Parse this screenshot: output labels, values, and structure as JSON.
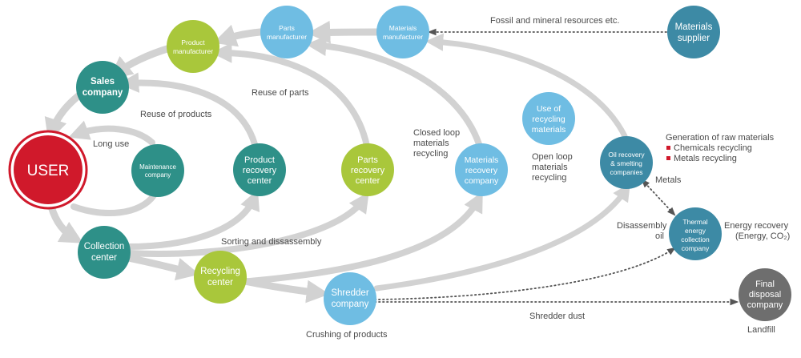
{
  "colors": {
    "teal": "#2e9088",
    "lime": "#a9c73b",
    "sky": "#6fbde3",
    "blue_steel": "#3d8aa5",
    "gray": "#6e6e6e",
    "red": "#d0192b",
    "arrow": "#d2d2d2",
    "text": "#4a4a4a"
  },
  "nodes": {
    "user": [
      "USER"
    ],
    "sales_company": [
      "Sales",
      "company"
    ],
    "maintenance_company": [
      "Maintenance",
      "company"
    ],
    "collection_center": [
      "Collection",
      "center"
    ],
    "product_manufacturer": [
      "Product",
      "manufacturer"
    ],
    "parts_manufacturer": [
      "Parts",
      "manufacturer"
    ],
    "materials_manufacturer": [
      "Materials",
      "manufacturer"
    ],
    "materials_supplier": [
      "Materials",
      "supplier"
    ],
    "product_recovery_center": [
      "Product",
      "recovery",
      "center"
    ],
    "parts_recovery_center": [
      "Parts",
      "recovery",
      "center"
    ],
    "recycling_center": [
      "Recycling",
      "center"
    ],
    "materials_recovery_company": [
      "Materials",
      "recovery",
      "company"
    ],
    "shredder_company": [
      "Shredder",
      "company"
    ],
    "use_of_recycling_materials": [
      "Use of",
      "recycling",
      "materials"
    ],
    "oil_recovery_smelting": [
      "Oil recovery",
      "& smelting",
      "companies"
    ],
    "thermal_energy_collection": [
      "Thermal",
      "energy",
      "collection",
      "company"
    ],
    "final_disposal_company": [
      "Final",
      "disposal",
      "company"
    ]
  },
  "labels": {
    "fossil": "Fossil and mineral resources etc.",
    "reuse_products": "Reuse of products",
    "reuse_parts": "Reuse of parts",
    "long_use": "Long use",
    "closed_loop": [
      "Closed loop",
      "materials",
      "recycling"
    ],
    "open_loop": [
      "Open loop",
      "materials",
      "recycling"
    ],
    "generation": "Generation of raw materials",
    "chemicals": "Chemicals recycling",
    "metals_recycling": "Metals recycling",
    "metals": "Metals",
    "disassembly_oil": [
      "Disassembly",
      "oil"
    ],
    "energy_recovery": [
      "Energy recovery",
      "(Energy, CO₂)"
    ],
    "sorting": "Sorting and dissassembly",
    "crushing": "Crushing of products",
    "shredder_dust": "Shredder dust",
    "landfill": "Landfill"
  }
}
